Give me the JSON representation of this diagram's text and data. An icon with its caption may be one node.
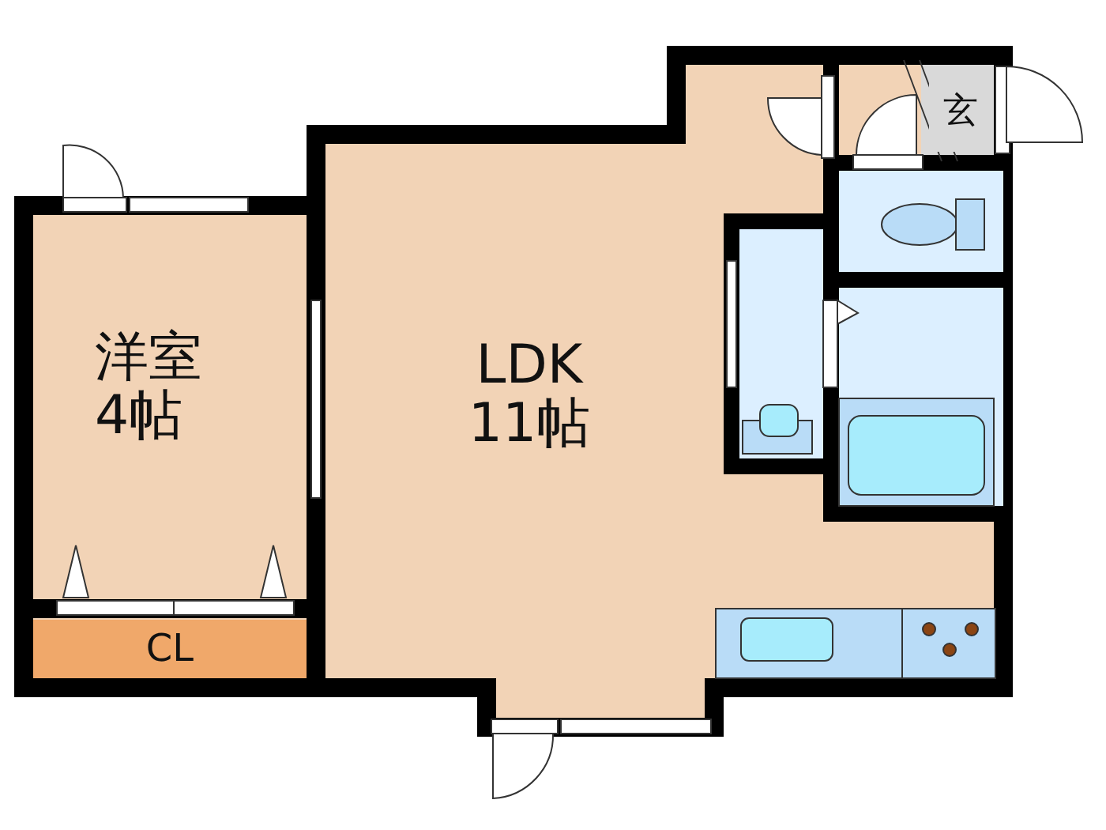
{
  "diagram": {
    "nodes": [
      {
        "text": [
          "玄"
        ]
      },
      {
        "text": [
          "洋室",
          "4帖"
        ]
      },
      {
        "text": [
          "LDK",
          "11帖"
        ]
      },
      {
        "text": [
          "CL"
        ]
      }
    ]
  }
}
